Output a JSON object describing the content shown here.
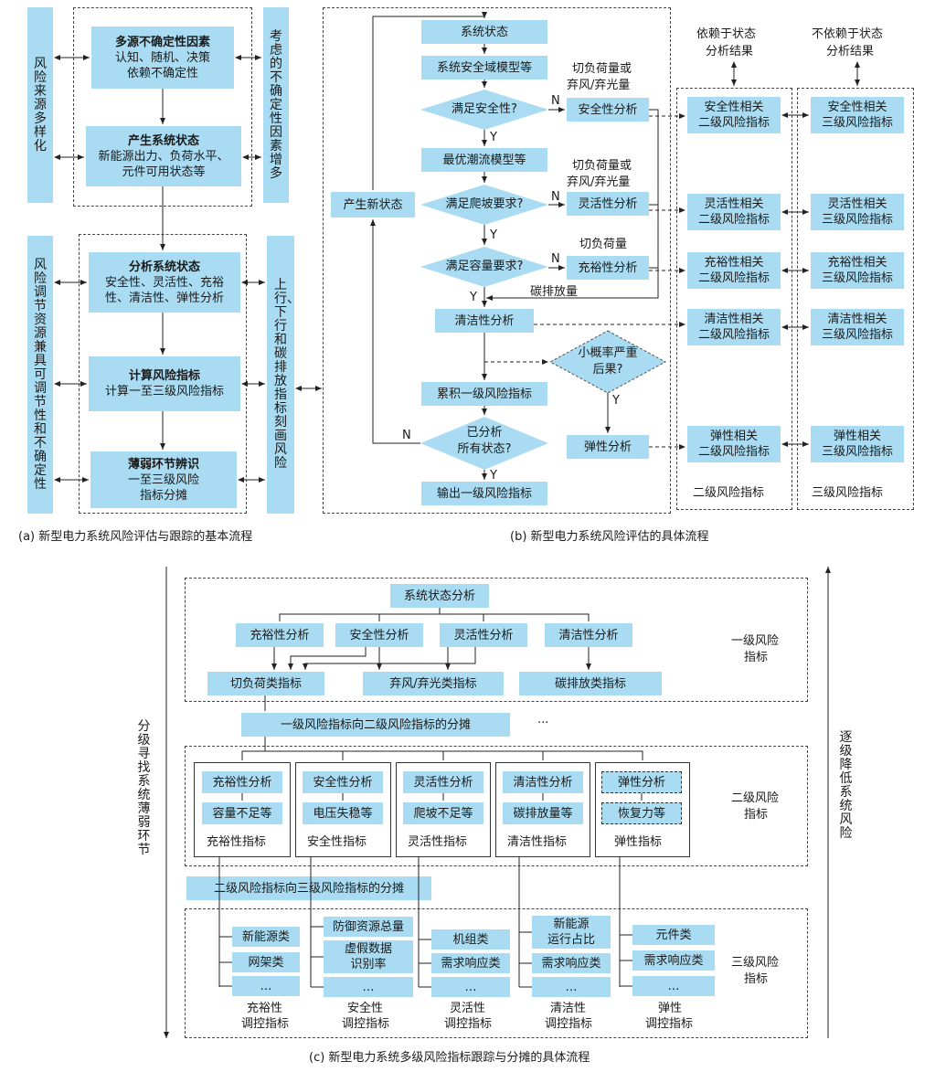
{
  "a": {
    "caption": "(a) 新型电力系统风险评估与跟踪的基本流程",
    "left_top": "风险来源多样化",
    "left_bottom": "风险调节资源兼具可调节性和不确定性",
    "right_top": "考虑的不确定性因素增多",
    "right_bottom": "上行、下行和碳排放指标刻画风险",
    "box1": {
      "title": "多源不确定性因素",
      "l1": "认知、随机、决策",
      "l2": "依赖不确定性"
    },
    "box2": {
      "title": "产生系统状态",
      "l1": "新能源出力、负荷水平、",
      "l2": "元件可用状态等"
    },
    "box3": {
      "title": "分析系统状态",
      "l1": "安全性、灵活性、充裕",
      "l2": "性、清洁性、弹性分析"
    },
    "box4": {
      "title": "计算风险指标",
      "l1": "计算一至三级风险指标"
    },
    "box5": {
      "title": "薄弱环节辨识",
      "l1": "一至三级风险",
      "l2": "指标分摊"
    }
  },
  "b": {
    "caption": "(b) 新型电力系统风险评估的具体流程",
    "sys_state": "系统状态",
    "sec_model": "系统安全域模型等",
    "d_sec": "满足安全性?",
    "opf": "最优潮流模型等",
    "d_ramp": "满足爬坡要求?",
    "d_cap": "满足容量要求?",
    "clean": "清洁性分析",
    "accum": "累积一级风险指标",
    "d_all_l1": "已分析",
    "d_all_l2": "所有状态?",
    "output": "输出一级风险指标",
    "new_state": "产生新状态",
    "sec_an": "安全性分析",
    "flex_an": "灵活性分析",
    "adeq_an": "充裕性分析",
    "resil_an": "弹性分析",
    "d_small_l1": "小概率严重",
    "d_small_l2": "后果?",
    "shed1_l1": "切负荷量或",
    "shed1_l2": "弃风/弃光量",
    "shed2_l1": "切负荷量或",
    "shed2_l2": "弃风/弃光量",
    "shed3": "切负荷量",
    "carbon": "碳排放量",
    "Y": "Y",
    "N": "N",
    "dep_l1": "依赖于状态",
    "dep_l2": "分析结果",
    "indep_l1": "不依赖于状态",
    "indep_l2": "分析结果",
    "l2": [
      {
        "a": "安全性相关",
        "b": "二级风险指标"
      },
      {
        "a": "灵活性相关",
        "b": "二级风险指标"
      },
      {
        "a": "充裕性相关",
        "b": "二级风险指标"
      },
      {
        "a": "清洁性相关",
        "b": "二级风险指标"
      },
      {
        "a": "弹性相关",
        "b": "二级风险指标"
      }
    ],
    "l3": [
      {
        "a": "安全性相关",
        "b": "三级风险指标"
      },
      {
        "a": "灵活性相关",
        "b": "三级风险指标"
      },
      {
        "a": "充裕性相关",
        "b": "三级风险指标"
      },
      {
        "a": "清洁性相关",
        "b": "三级风险指标"
      },
      {
        "a": "弹性相关",
        "b": "三级风险指标"
      }
    ],
    "l2_label": "二级风险指标",
    "l3_label": "三级风险指标"
  },
  "c": {
    "caption": "(c) 新型电力系统多级风险指标跟踪与分摊的具体流程",
    "left_vert": "分级寻找系统薄弱环节",
    "right_vert": "逐级降低系统风险",
    "sys_an": "系统状态分析",
    "an": [
      "充裕性分析",
      "安全性分析",
      "灵活性分析",
      "清洁性分析"
    ],
    "ind": [
      "切负荷类指标",
      "弃风/弃光类指标",
      "碳排放类指标"
    ],
    "lvl1": "一级风险",
    "lvl1b": "指标",
    "alloc12": "一级风险指标向二级风险指标的分摊",
    "dots": "···",
    "lvl2": "二级风险",
    "lvl2b": "指标",
    "cols": [
      {
        "an": "充裕性分析",
        "sub": "容量不足等",
        "name": "充裕性指标"
      },
      {
        "an": "安全性分析",
        "sub": "电压失稳等",
        "name": "安全性指标"
      },
      {
        "an": "灵活性分析",
        "sub": "爬坡不足等",
        "name": "灵活性指标"
      },
      {
        "an": "清洁性分析",
        "sub": "碳排放量等",
        "name": "清洁性指标"
      },
      {
        "an": "弹性分析",
        "sub": "恢复力等",
        "name": "弹性指标"
      }
    ],
    "alloc23": "二级风险指标向三级风险指标的分摊",
    "lvl3": "三级风险",
    "lvl3b": "指标",
    "g1": [
      "新能源类",
      "网架类",
      "…"
    ],
    "g2a": "防御资源总量",
    "g2b1": "虚假数据",
    "g2b2": "识别率",
    "g2c": "…",
    "g3": [
      "机组类",
      "需求响应类",
      "…"
    ],
    "g4a1": "新能源",
    "g4a2": "运行占比",
    "g4b": "需求响应类",
    "g4c": "…",
    "g5": [
      "元件类",
      "需求响应类",
      "…"
    ],
    "ctrl": [
      {
        "a": "充裕性",
        "b": "调控指标"
      },
      {
        "a": "安全性",
        "b": "调控指标"
      },
      {
        "a": "灵活性",
        "b": "调控指标"
      },
      {
        "a": "清洁性",
        "b": "调控指标"
      },
      {
        "a": "弹性",
        "b": "调控指标"
      }
    ]
  }
}
